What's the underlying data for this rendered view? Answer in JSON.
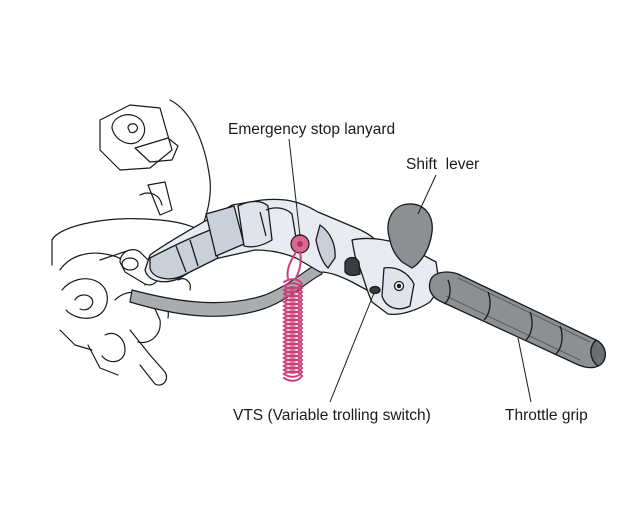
{
  "labels": {
    "emergency_stop_lanyard": "Emergency stop lanyard",
    "shift_lever": "Shift  lever",
    "vts": "VTS (Variable trolling switch)",
    "throttle_grip": "Throttle grip"
  },
  "colors": {
    "line": "#1a1a1a",
    "handle_fill": "#e8ecf2",
    "handle_shade": "#c9d0da",
    "grip_fill": "#8c9093",
    "grip_dark": "#6b6f72",
    "cable_fill": "#a9adb0",
    "lanyard": "#c8427a",
    "lanyard_button": "#d9688f"
  }
}
